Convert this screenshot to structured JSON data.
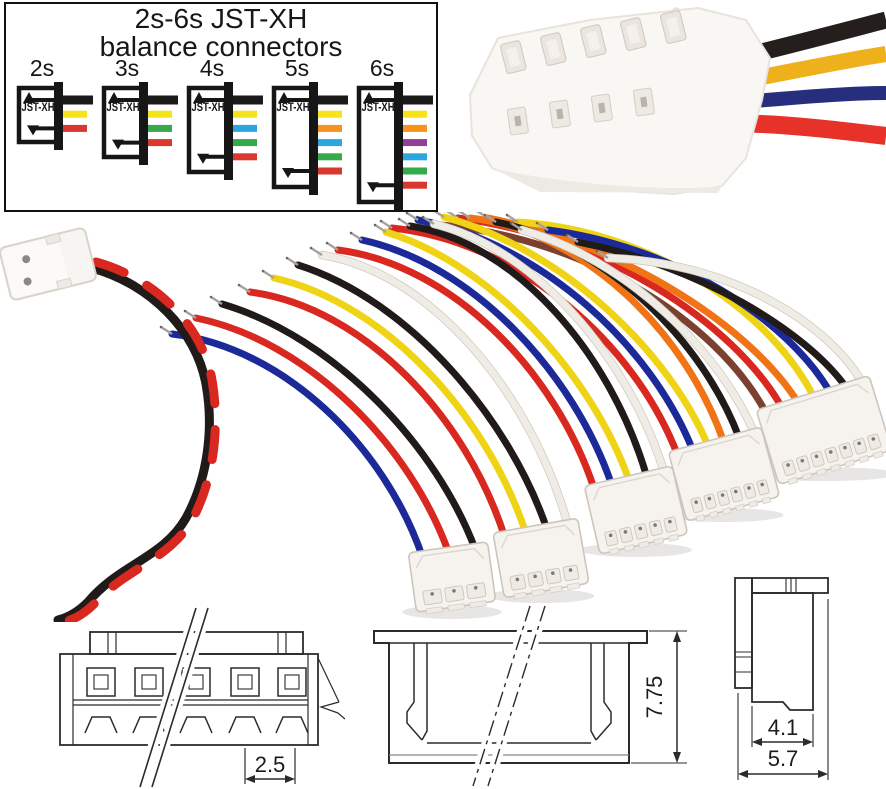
{
  "diagram_panel": {
    "title_line1": "2s-6s JST-XH",
    "title_line2": "balance connectors",
    "chip_label": "JST-XH",
    "connectors": [
      {
        "label": "2s",
        "wires": [
          "black",
          "yellow",
          "red"
        ]
      },
      {
        "label": "3s",
        "wires": [
          "black",
          "yellow",
          "green",
          "red"
        ]
      },
      {
        "label": "4s",
        "wires": [
          "black",
          "yellow",
          "blue",
          "green",
          "red"
        ]
      },
      {
        "label": "5s",
        "wires": [
          "black",
          "yellow",
          "orange",
          "blue",
          "green",
          "red"
        ]
      },
      {
        "label": "6s",
        "wires": [
          "black",
          "yellow",
          "orange",
          "purple",
          "blue",
          "green",
          "red"
        ]
      }
    ],
    "wire_colors": {
      "black": "#1a1a1a",
      "yellow": "#f6e319",
      "red": "#d93830",
      "green": "#35a94c",
      "blue": "#2ba7df",
      "orange": "#f6921e",
      "purple": "#8f3f97"
    }
  },
  "dimension_drawings": {
    "front_view": {
      "pitch": "2.5"
    },
    "section_view": {
      "height": "7.75"
    },
    "side_view": {
      "inner_width": "4.1",
      "outer_width": "5.7"
    }
  },
  "photo_harnesses": [
    {
      "pins": 2,
      "wire_colors": [
        "#d8281f",
        "#201b19"
      ]
    },
    {
      "pins": 3,
      "wire_colors": [
        "#1c2a99",
        "#d8281f",
        "#201b19"
      ]
    },
    {
      "pins": 4,
      "wire_colors": [
        "#d8281f",
        "#efd315",
        "#201b19",
        "#efece6"
      ]
    },
    {
      "pins": 5,
      "wire_colors": [
        "#d8281f",
        "#1c2a99",
        "#efd315",
        "#201b19",
        "#efece6"
      ]
    },
    {
      "pins": 6,
      "wire_colors": [
        "#d8281f",
        "#1c2a99",
        "#efd315",
        "#f07416",
        "#201b19",
        "#efece6"
      ]
    },
    {
      "pins": 7,
      "wire_colors": [
        "#7a4030",
        "#d8281f",
        "#f07416",
        "#efd315",
        "#1c2a99",
        "#201b19",
        "#efece6"
      ]
    }
  ],
  "photo_connector_wires": [
    "#241f1d",
    "#eeb01b",
    "#272e7d",
    "#e73229"
  ]
}
